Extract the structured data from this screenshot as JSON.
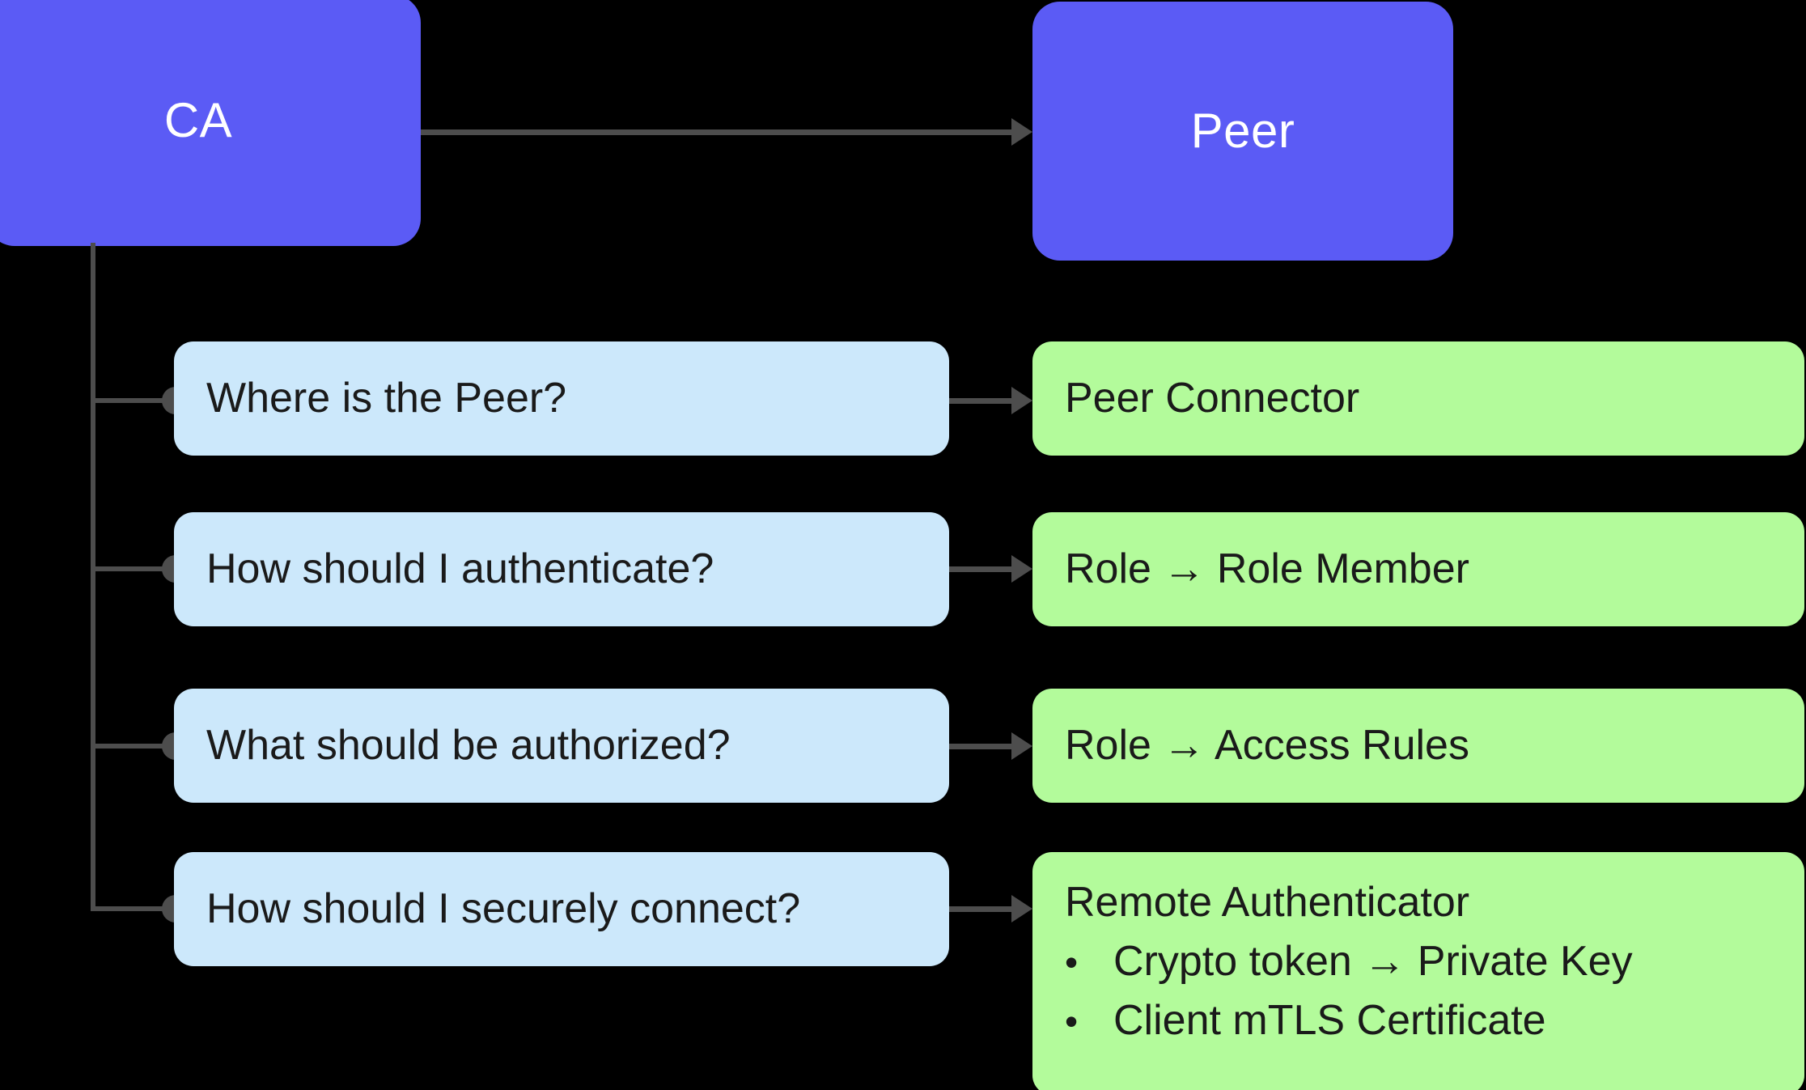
{
  "diagram": {
    "background_color": "#000000",
    "actors": [
      {
        "id": "ca",
        "label": "CA",
        "fill": "#5B5BF5",
        "text_color": "#FFFFFF"
      },
      {
        "id": "peer",
        "label": "Peer",
        "fill": "#5B5BF5",
        "text_color": "#FFFFFF"
      }
    ],
    "question_fill": "#CCE8FB",
    "answer_fill": "#B3FB9B",
    "connector_color": "#4D4D4D",
    "rows": [
      {
        "question": "Where is the Peer?",
        "answer_title": "Peer Connector",
        "answer_bullets": []
      },
      {
        "question": "How should I authenticate?",
        "answer_title": "Role → Role Member",
        "answer_bullets": []
      },
      {
        "question": "What should be authorized?",
        "answer_title": "Role → Access Rules",
        "answer_bullets": []
      },
      {
        "question": "How should I securely connect?",
        "answer_title": "Remote Authenticator",
        "answer_bullets": [
          {
            "glyph": "•",
            "text": "Crypto token → Private Key"
          },
          {
            "glyph": "•",
            "text": "Client mTLS Certificate"
          }
        ]
      }
    ]
  }
}
